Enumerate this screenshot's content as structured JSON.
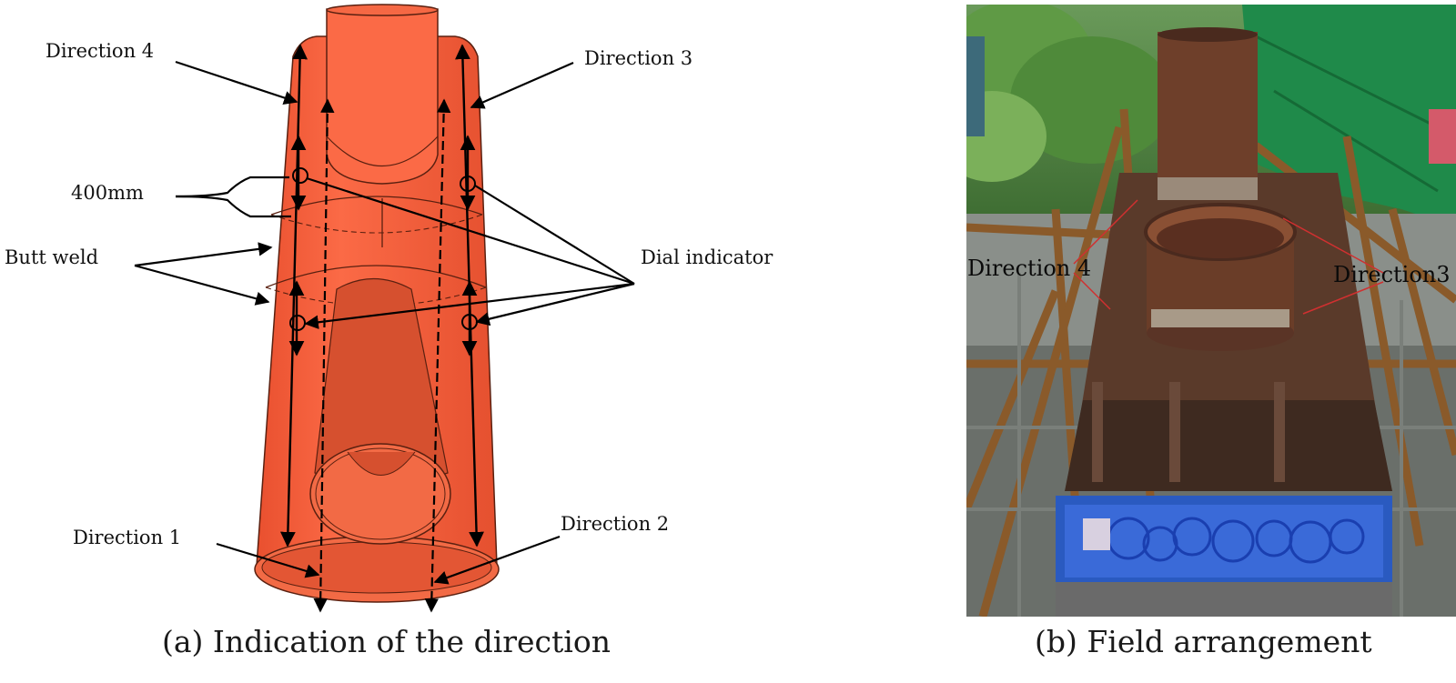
{
  "panel_a": {
    "labels": {
      "direction_4": "Direction 4",
      "direction_3": "Direction 3",
      "direction_1": "Direction 1",
      "direction_2": "Direction 2",
      "spacing": "400mm",
      "butt_weld": "Butt weld",
      "dial_indicator": "Dial indicator"
    },
    "caption": "(a) Indication of the direction",
    "colors": {
      "tube": "#f7603d",
      "tube_dark": "#d84b2b",
      "inner": "#c9472a",
      "outline": "#3a1a10"
    }
  },
  "panel_b": {
    "labels": {
      "direction_4": "Direction 4",
      "direction_3": "Direction3"
    },
    "caption": "(b) Field arrangement",
    "colors": {
      "steel": "#5a3a2a",
      "scaffold": "#8a6a3a",
      "tarp": "#1f8a4a",
      "cables": "#1e4fd0",
      "foliage": "#4c8a3a"
    }
  }
}
